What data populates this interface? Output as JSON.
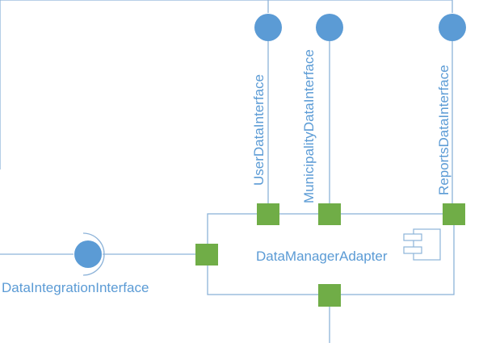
{
  "diagram": {
    "component": {
      "name": "DataManagerAdapter",
      "icon": "component-icon"
    },
    "interfaces": {
      "user": "UserDataInterface",
      "municipality": "MunicipalityDataInterface",
      "reports": "ReportsDataInterface",
      "integration": "DataIntegrationInterface"
    },
    "colors": {
      "line": "#8db3d9",
      "port": "#70ad47",
      "interface_ball": "#5b9bd5",
      "text": "#5b9bd5",
      "icon_stroke": "#8db3d9"
    }
  }
}
